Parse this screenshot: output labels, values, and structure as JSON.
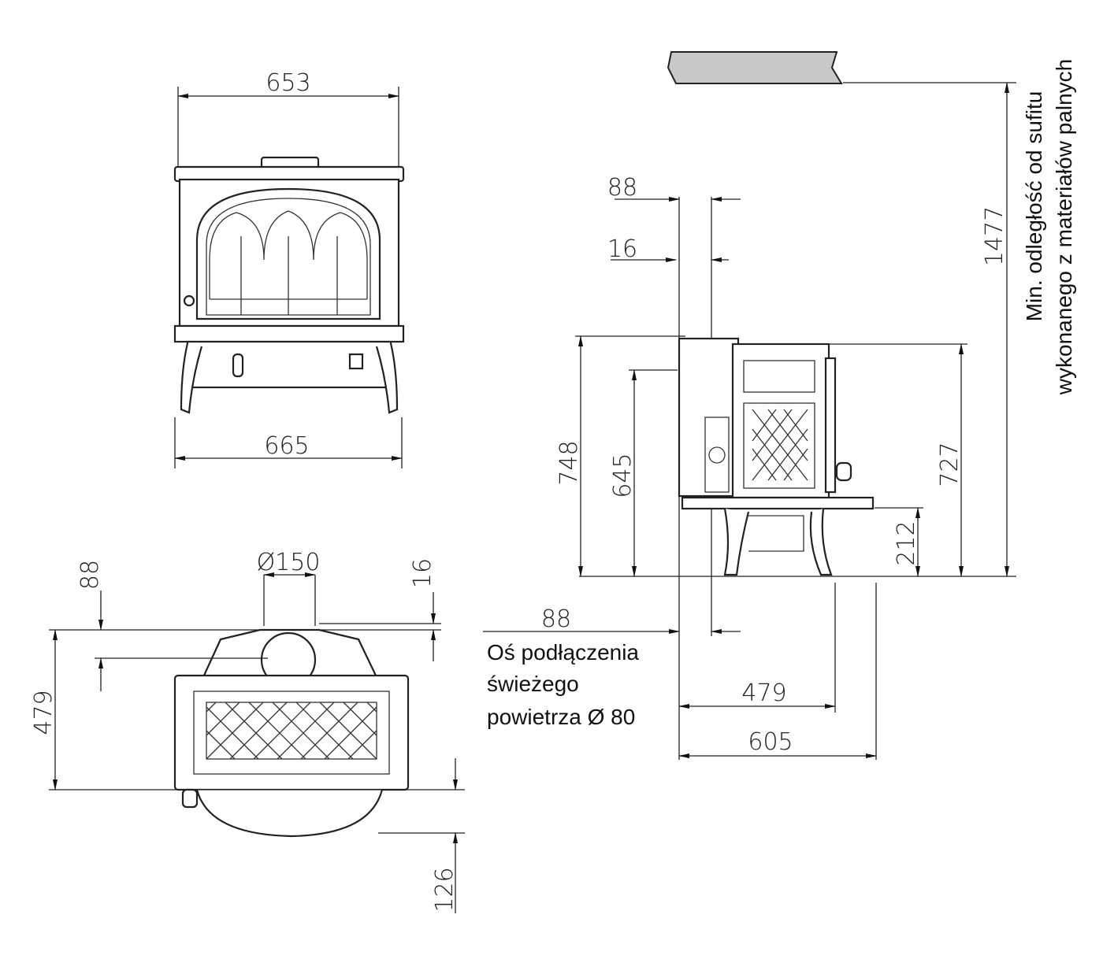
{
  "title": "Stove dimension drawing",
  "front_view": {
    "top_width": "653",
    "base_width": "665"
  },
  "side_view": {
    "flue_offset_top": "88",
    "flue_offset_small": "16",
    "total_height": "748",
    "flue_height": "645",
    "top_height": "727",
    "air_inlet_height": "212",
    "air_axis_offset": "88",
    "depth_body": "479",
    "depth_total": "605",
    "ceiling_clearance": "1477",
    "ceiling_note_line1": "Min. odległość od sufitu",
    "ceiling_note_line2": "wykonanego z materiałów palnych",
    "air_note_line1": "Oś podłączenia",
    "air_note_line2": "świeżego",
    "air_note_line3": "powietrza Ø 80"
  },
  "top_view": {
    "flue_diameter": "Ø150",
    "flue_offset": "88",
    "flue_small_offset": "16",
    "depth": "479",
    "front_projection": "126"
  },
  "colors": {
    "line": "#222222",
    "ceiling_fill": "#c8c8c8"
  }
}
